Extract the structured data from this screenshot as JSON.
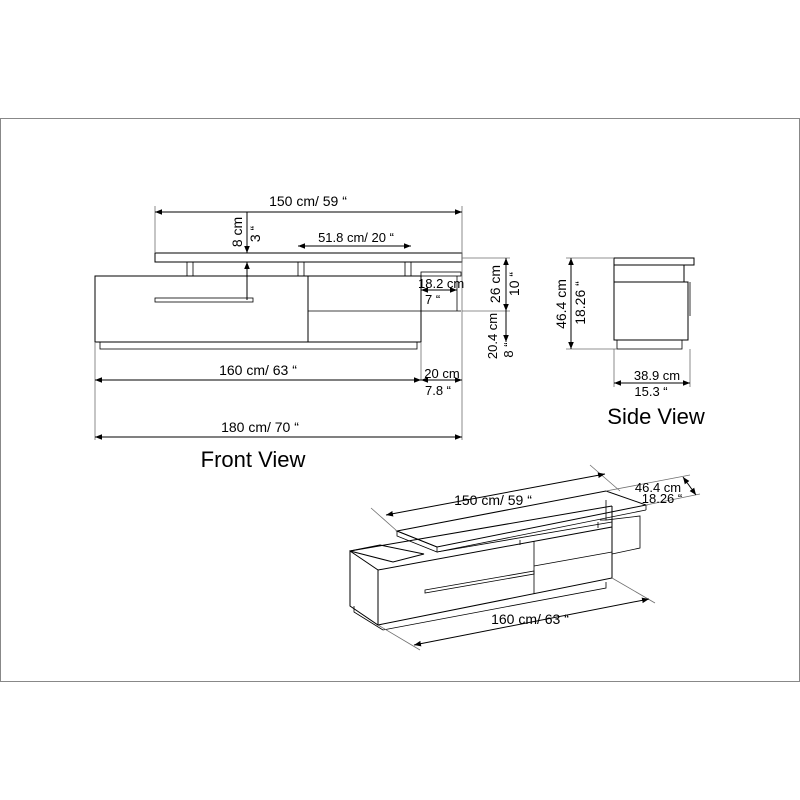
{
  "front_view": {
    "title": "Front View",
    "top_width": "150 cm/ 59 “",
    "top_height_cm": "8 cm",
    "top_height_in": "3 “",
    "shelf_width": "51.8 cm/ 20 “",
    "drawer_depth_cm": "18.2 cm",
    "drawer_depth_in": "7 “",
    "body_height_cm": "26 cm",
    "body_height_in": "10 “",
    "leg_height_cm": "20.4 cm",
    "leg_height_in": "8 “",
    "body_width": "160 cm/ 63 “",
    "overhang_cm": "20 cm",
    "overhang_in": "7.8 “",
    "total_width": "180 cm/ 70 “"
  },
  "side_view": {
    "title": "Side View",
    "height_cm": "46.4 cm",
    "height_in": "18.26 “",
    "depth_cm": "38.9 cm",
    "depth_in": "15.3 “"
  },
  "iso_view": {
    "top_width": "150 cm/ 59 “",
    "depth_cm": "46.4 cm",
    "depth_in": "18.26 “",
    "body_width": "160 cm/ 63 “"
  }
}
